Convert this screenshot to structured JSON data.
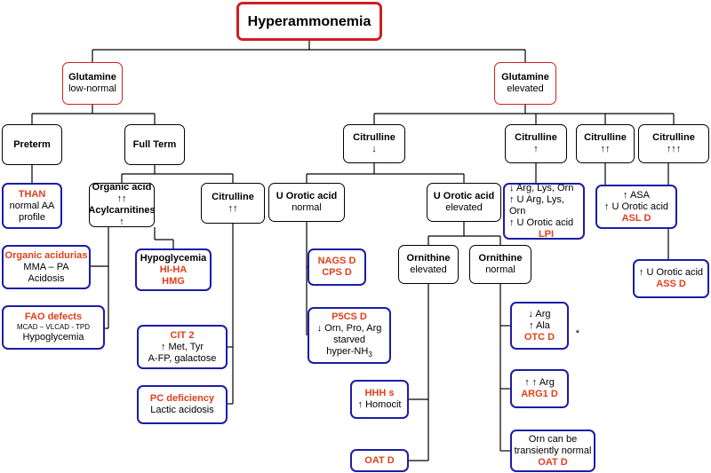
{
  "root": "Hyperammonemia",
  "gln_low": {
    "title": "Glutamine",
    "value": "low-normal"
  },
  "gln_high": {
    "title": "Glutamine",
    "value": "elevated"
  },
  "preterm": "Preterm",
  "fullterm": "Full Term",
  "than": {
    "name": "THAN",
    "l1": "normal AA",
    "l2": "profile"
  },
  "organic_acid": {
    "l1": "Organic acid ↑↑",
    "l2": "Acylcarnitines ↑"
  },
  "oa_dis": {
    "name": "Organic acidurias",
    "l1": "MMA – PA",
    "l2": "Acidosis"
  },
  "fao": {
    "name": "FAO defects",
    "l1": "MCAD – VLCAD - TPD",
    "l2": "Hypoglycemia"
  },
  "hypogly": {
    "l1": "Hypoglycemia",
    "n1": "HI-HA",
    "n2": "HMG"
  },
  "cit_ft": {
    "title": "Citrulline",
    "value": "↑↑"
  },
  "cit2": {
    "name": "CIT 2",
    "l1": "↑ Met, Tyr",
    "l2": "A-FP, galactose"
  },
  "pc": {
    "name": "PC deficiency",
    "l1": "Lactic acidosis"
  },
  "cit_down": {
    "title": "Citrulline",
    "value": "↓"
  },
  "cit_up": {
    "title": "Citrulline",
    "value": "↑"
  },
  "cit_up2": {
    "title": "Citrulline",
    "value": "↑↑"
  },
  "cit_up3": {
    "title": "Citrulline",
    "value": "↑↑↑"
  },
  "uoro_n": {
    "title": "U Orotic acid",
    "value": "normal"
  },
  "uoro_e": {
    "title": "U Orotic acid",
    "value": "elevated"
  },
  "nags": {
    "n1": "NAGS D",
    "n2": "CPS D"
  },
  "p5cs": {
    "name": "P5CS D",
    "l1": "↓ Orn, Pro, Arg",
    "l2": "starved",
    "l3": "hyper-NH",
    "l3sub": "3"
  },
  "orn_e": {
    "title": "Ornithine",
    "value": "elevated"
  },
  "orn_n": {
    "title": "Ornithine",
    "value": "normal"
  },
  "hhh": {
    "name": "HHH s",
    "l1": "↑ Homocit"
  },
  "oat1": {
    "name": "OAT D"
  },
  "otc": {
    "l1": "↓ Arg",
    "l2": "↑ Ala",
    "name": "OTC D",
    "star": "*"
  },
  "arg1": {
    "l1": "↑ ↑ Arg",
    "name": "ARG1 D"
  },
  "oat2": {
    "l1": "Orn can be",
    "l2": "transiently normal",
    "name": "OAT D"
  },
  "lpi": {
    "l1": "↓ Arg, Lys, Orn",
    "l2": "↑ U Arg, Lys, Orn",
    "l3": "↑ U Orotic acid",
    "name": "LPI"
  },
  "asl": {
    "l1": "↑ ASA",
    "l2": "↑ U Orotic acid",
    "name": "ASL D"
  },
  "ass": {
    "l1": "↑ U Orotic acid",
    "name": "ASS D"
  }
}
